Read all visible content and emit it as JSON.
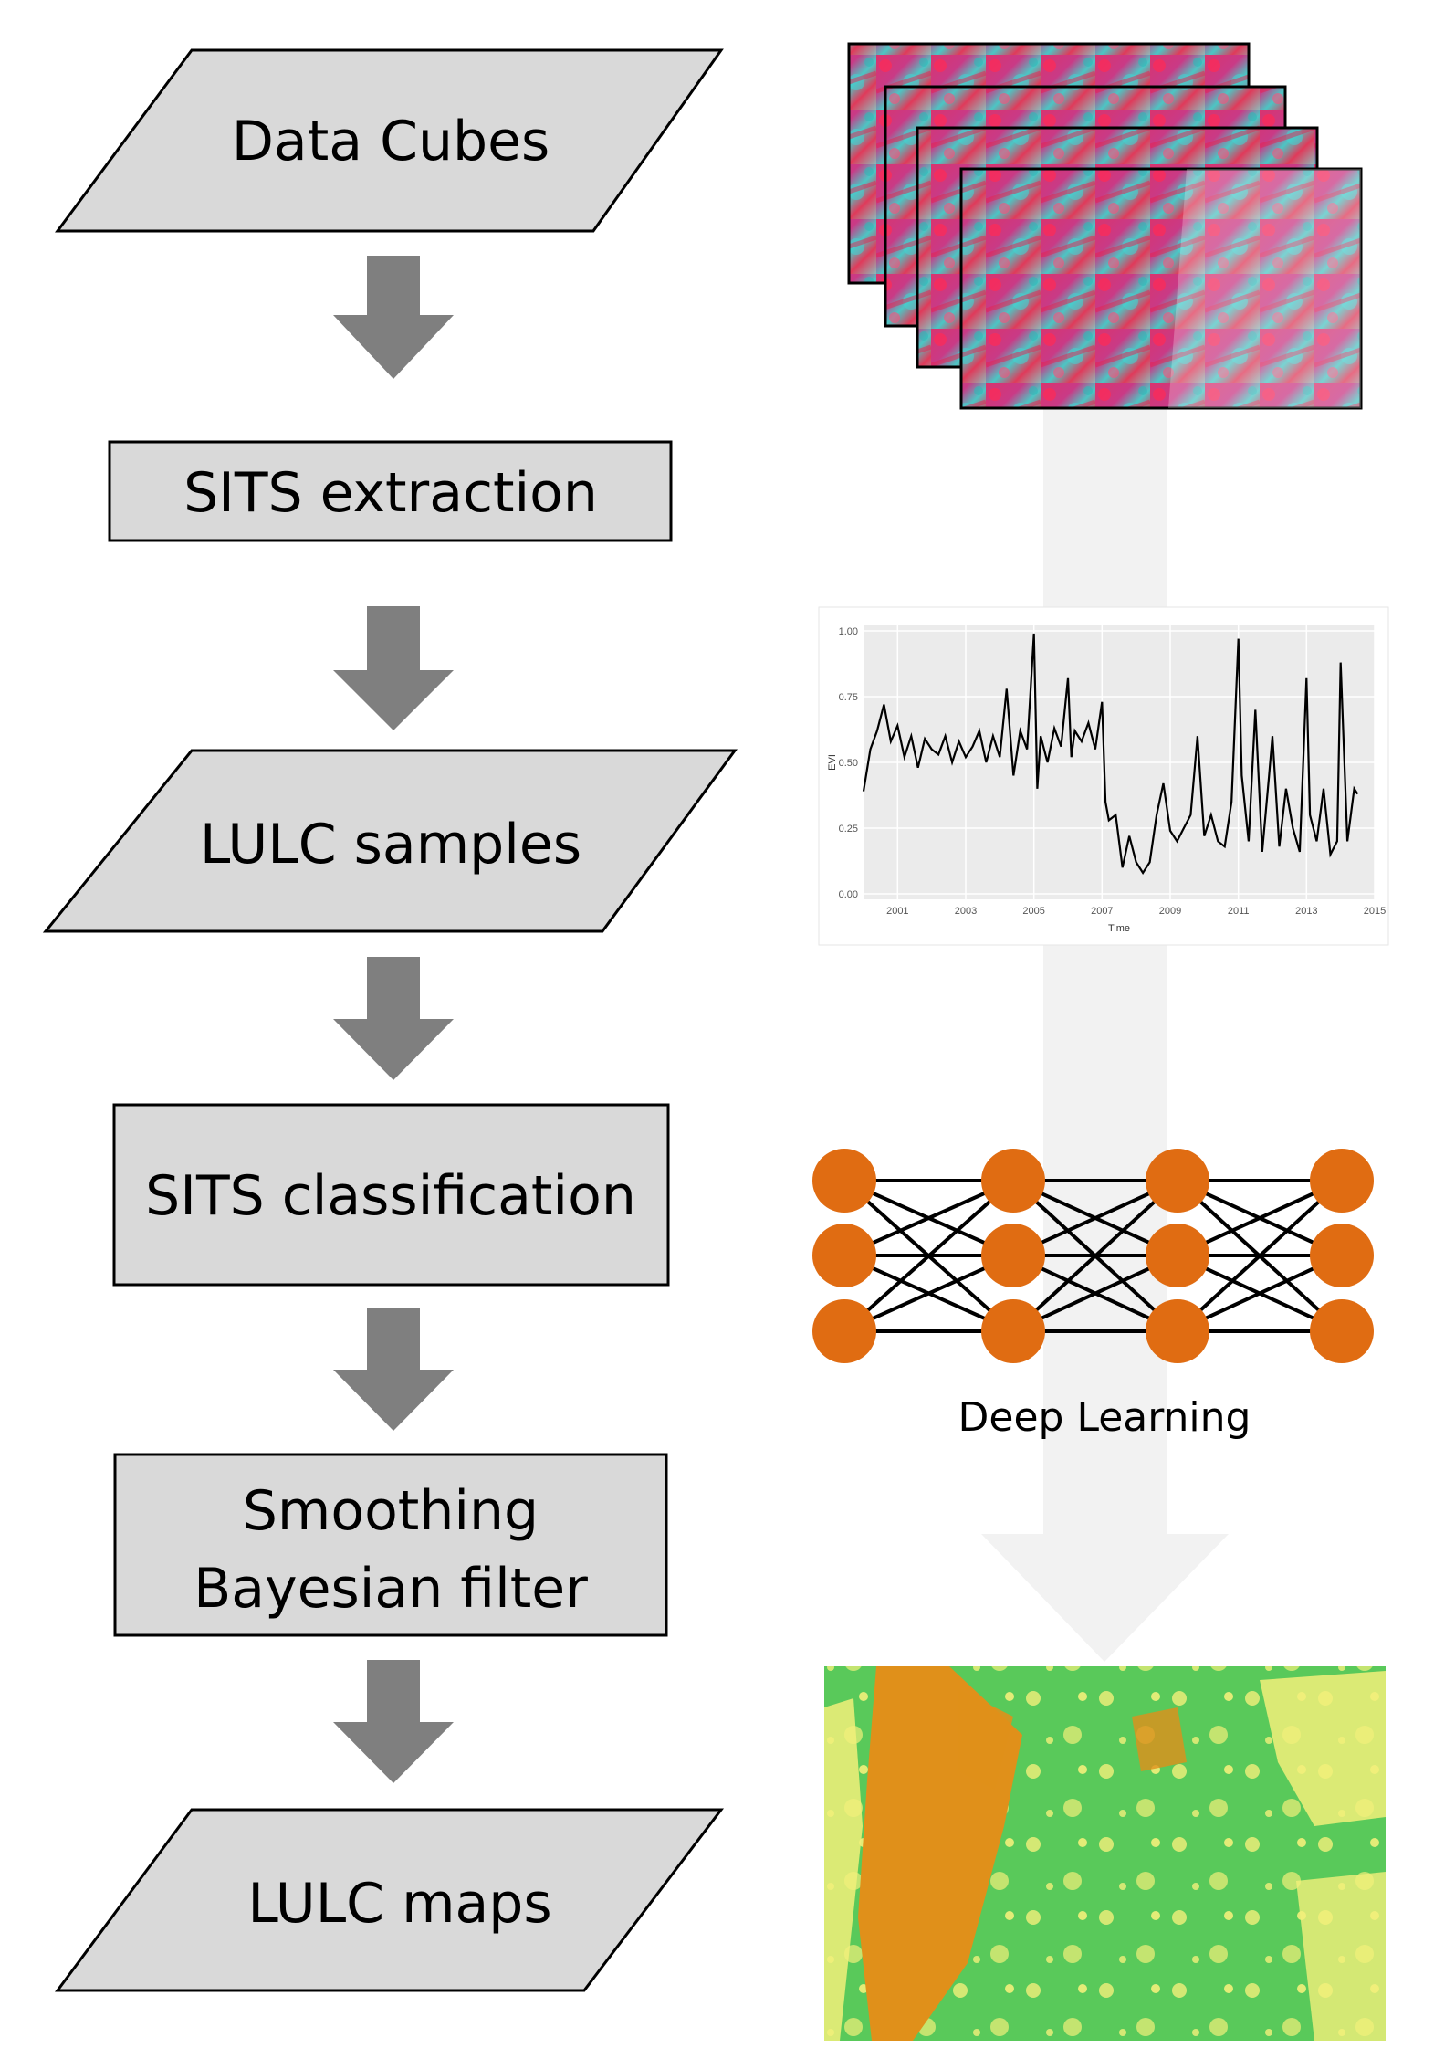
{
  "flow": {
    "step1": "Data Cubes",
    "step2": "SITS extraction",
    "step3": "LULC samples",
    "step4": "SITS classification",
    "step5_line1": "Smoothing",
    "step5_line2": "Bayesian filter",
    "step6": "LULC maps"
  },
  "illustrations": {
    "satellite_images": "stack of satellite image tiles",
    "network_label": "Deep Learning",
    "map": "classified land use map"
  },
  "colors": {
    "box_fill": "#d9d9d9",
    "arrow": "#7f7f7f",
    "big_arrow": "#f2f2f2",
    "node": "#e06c12",
    "map_green": "#59c95a",
    "map_orange": "#e0901a",
    "map_yellow": "#f2f07a"
  },
  "chart_data": {
    "type": "line",
    "xlabel": "Time",
    "ylabel": "EVI",
    "xlim": [
      2000,
      2015
    ],
    "ylim": [
      0,
      1.0
    ],
    "x_ticks": [
      "2001",
      "2003",
      "2005",
      "2007",
      "2009",
      "2011",
      "2013",
      "2015"
    ],
    "y_ticks": [
      "0.00",
      "0.25",
      "0.50",
      "0.75",
      "1.00"
    ],
    "series": [
      {
        "x": [
          2000.0,
          2000.2,
          2000.4,
          2000.6,
          2000.8,
          2001.0,
          2001.2,
          2001.4,
          2001.6,
          2001.8,
          2002.0,
          2002.2,
          2002.4,
          2002.6,
          2002.8,
          2003.0,
          2003.2,
          2003.4,
          2003.6,
          2003.8,
          2004.0,
          2004.2,
          2004.4,
          2004.6,
          2004.8,
          2005.0,
          2005.1,
          2005.2,
          2005.4,
          2005.6,
          2005.8,
          2006.0,
          2006.1,
          2006.2,
          2006.4,
          2006.6,
          2006.8,
          2007.0,
          2007.1,
          2007.2,
          2007.4,
          2007.6,
          2007.8,
          2008.0,
          2008.2,
          2008.4,
          2008.6,
          2008.8,
          2009.0,
          2009.2,
          2009.4,
          2009.6,
          2009.8,
          2010.0,
          2010.2,
          2010.4,
          2010.6,
          2010.8,
          2011.0,
          2011.1,
          2011.3,
          2011.5,
          2011.7,
          2011.9,
          2012.0,
          2012.2,
          2012.4,
          2012.6,
          2012.8,
          2013.0,
          2013.1,
          2013.3,
          2013.5,
          2013.7,
          2013.9,
          2014.0,
          2014.2,
          2014.4,
          2014.5
        ],
        "values": [
          0.39,
          0.55,
          0.62,
          0.72,
          0.58,
          0.64,
          0.52,
          0.6,
          0.48,
          0.59,
          0.55,
          0.53,
          0.6,
          0.5,
          0.58,
          0.52,
          0.56,
          0.62,
          0.5,
          0.6,
          0.52,
          0.78,
          0.45,
          0.62,
          0.55,
          0.99,
          0.4,
          0.6,
          0.5,
          0.63,
          0.56,
          0.82,
          0.52,
          0.62,
          0.58,
          0.65,
          0.55,
          0.73,
          0.35,
          0.28,
          0.3,
          0.1,
          0.22,
          0.12,
          0.08,
          0.12,
          0.3,
          0.42,
          0.24,
          0.2,
          0.25,
          0.3,
          0.6,
          0.22,
          0.3,
          0.2,
          0.18,
          0.35,
          0.97,
          0.45,
          0.2,
          0.7,
          0.16,
          0.45,
          0.6,
          0.18,
          0.4,
          0.25,
          0.16,
          0.82,
          0.3,
          0.2,
          0.4,
          0.15,
          0.2,
          0.88,
          0.2,
          0.4,
          0.38
        ]
      }
    ]
  }
}
